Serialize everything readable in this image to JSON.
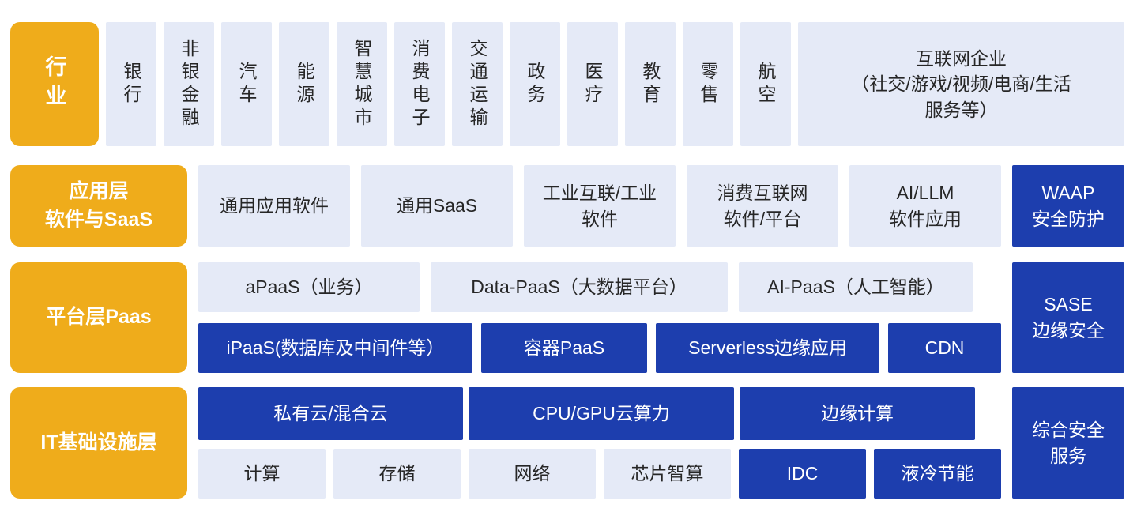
{
  "palette": {
    "orange": "#EFAC1B",
    "light": "#E5EAF7",
    "dark": "#1D3EAE",
    "ink": "#262626"
  },
  "industry_row": {
    "header": "行业",
    "verticals": [
      "银行",
      "非银金融",
      "汽车",
      "能源",
      "智慧城市",
      "消费电子",
      "交通运输",
      "政务",
      "医疗",
      "教育",
      "零售",
      "航空"
    ],
    "internet": {
      "l1": "互联网企业",
      "l2": "（社交/游戏/视频/电商/生活服务等）"
    }
  },
  "application_row": {
    "header": {
      "l1": "应用层",
      "l2": "软件与SaaS"
    },
    "items": [
      {
        "l1": "通用应用软件"
      },
      {
        "l1": "通用SaaS"
      },
      {
        "l1": "工业互联/工业",
        "l2": "软件"
      },
      {
        "l1": "消费互联网",
        "l2": "软件/平台"
      },
      {
        "l1": "AI/LLM",
        "l2": "软件应用"
      }
    ],
    "security": {
      "l1": "WAAP",
      "l2": "安全防护"
    }
  },
  "platform_row": {
    "header": "平台层Paas",
    "paas_items": [
      "aPaaS（业务）",
      "Data-PaaS（大数据平台）",
      "AI-PaaS（人工智能）"
    ],
    "infra_paas_items": [
      "iPaaS(数据库及中间件等）",
      "容器PaaS",
      "Serverless边缘应用",
      "CDN"
    ],
    "security": {
      "l1": "SASE",
      "l2": "边缘安全"
    }
  },
  "infrastructure_row": {
    "header": "IT基础设施层",
    "cloud_items": [
      "私有云/混合云",
      "CPU/GPU云算力",
      "边缘计算"
    ],
    "resource_items": [
      "计算",
      "存储",
      "网络",
      "芯片智算",
      "IDC",
      "液冷节能"
    ],
    "security": {
      "l1": "综合安全",
      "l2": "服务"
    }
  }
}
